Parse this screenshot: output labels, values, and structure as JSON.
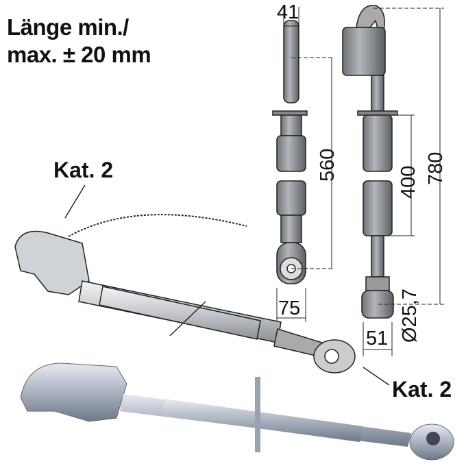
{
  "title": {
    "line1": "Länge min./",
    "line2": "max. ± 20 mm"
  },
  "callouts": {
    "top_left": "Kat. 2",
    "bottom_right": "Kat. 2"
  },
  "dimensions": {
    "pin_width": "41",
    "length_min": "560",
    "tube_length": "400",
    "length_max": "780",
    "eye_width": "75",
    "ball_width": "51",
    "ball_bore": "Ø25,7"
  },
  "colors": {
    "metal": "#c9ccd0",
    "dark_metal": "#7d8086",
    "line": "#222222"
  }
}
